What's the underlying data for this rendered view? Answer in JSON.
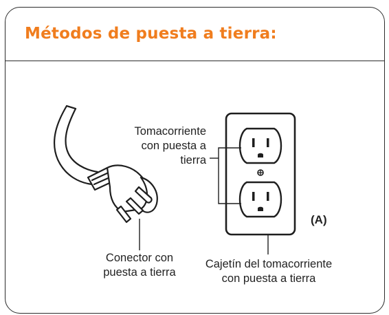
{
  "header": {
    "title": "Métodos de puesta a tierra:"
  },
  "diagram": {
    "outlet_label": {
      "line1": "Tomacorriente",
      "line2": "con puesta a",
      "line3": "tierra"
    },
    "plug_label": {
      "line1": "Conector con",
      "line2": "puesta a tierra"
    },
    "box_label": {
      "line1": "Cajetín del tomacorriente",
      "line2": "con puesta a tierra"
    },
    "marker": "(A)"
  },
  "colors": {
    "accent": "#f07d1e",
    "ink": "#222222"
  },
  "icons": [
    "grounded-plug-icon",
    "duplex-outlet-icon",
    "ground-screw-icon"
  ]
}
